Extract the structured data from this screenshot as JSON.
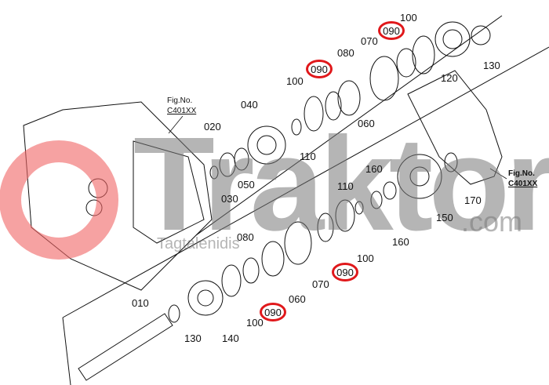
{
  "watermark": {
    "brand": "Traktor",
    "domain": ".com",
    "sub": "Tagtalenidis"
  },
  "figure_refs": [
    {
      "title": "Fig.No.",
      "code": "C401XX"
    },
    {
      "title": "Fig.No.",
      "code": "C401XX"
    }
  ],
  "parts": {
    "p100a": "100",
    "p090a": "090",
    "p130a": "130",
    "p120": "120",
    "p070a": "070",
    "p080a": "080",
    "p090b": "090",
    "p100b": "100",
    "p040": "040",
    "p060a": "060",
    "p020": "020",
    "p110a": "110",
    "p050": "050",
    "p030": "030",
    "p160a": "160",
    "p110b": "110",
    "p150": "150",
    "p170": "170",
    "p160b": "160",
    "p080b": "080",
    "p100c": "100",
    "p090c": "090",
    "p070b": "070",
    "p060b": "060",
    "p010": "010",
    "p100d": "100",
    "p090d": "090",
    "p130b": "130",
    "p140": "140"
  },
  "colors": {
    "highlight": "#e0181b",
    "watermark_logo": "#f08080"
  }
}
